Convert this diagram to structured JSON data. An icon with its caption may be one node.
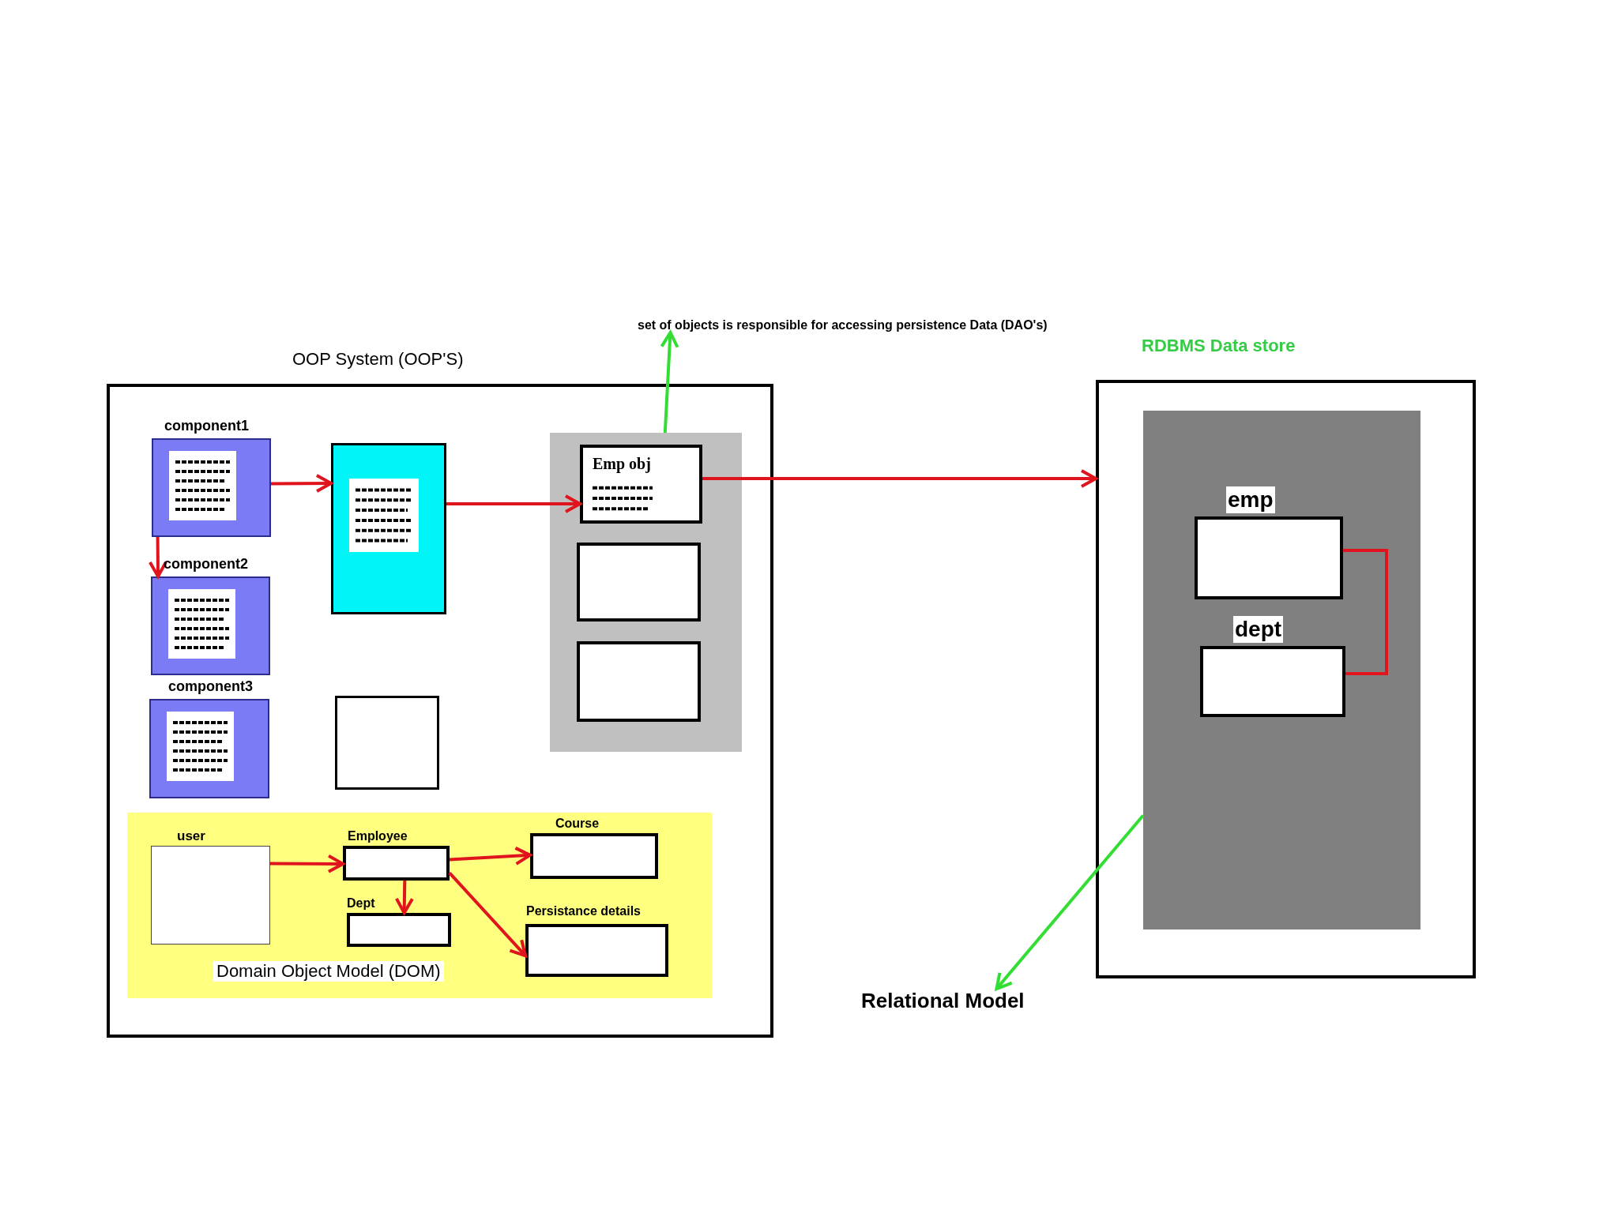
{
  "diagram": {
    "nodes": [
      {
        "text": [
          "OOP System (OOP'S)"
        ]
      },
      {
        "text": [
          "component1"
        ],
        "in": 0
      },
      {
        "text": [
          "component2"
        ],
        "in": 0
      },
      {
        "text": [
          "component3"
        ],
        "in": 0
      },
      {
        "text": [],
        "shape": "box",
        "in": 0
      },
      {
        "text": [],
        "shape": "box",
        "in": 0
      },
      {
        "text": [],
        "shape": "box",
        "in": 0
      },
      {
        "text": [
          "Emp obj"
        ],
        "in": 6
      },
      {
        "text": [],
        "shape": "box",
        "in": 6
      },
      {
        "text": [],
        "shape": "box",
        "in": 6
      },
      {
        "text": [
          "Domain Object Model (DOM)"
        ],
        "in": 0
      },
      {
        "text": [
          "user"
        ],
        "in": 10
      },
      {
        "text": [
          "Employee"
        ],
        "in": 10
      },
      {
        "text": [
          "Dept"
        ],
        "in": 10
      },
      {
        "text": [
          "Course"
        ],
        "in": 10
      },
      {
        "text": [
          "Persistance details"
        ],
        "in": 10
      },
      {
        "text": [
          "set of objects is responsible for accessing persistence Data (DAO's)"
        ]
      },
      {
        "text": [
          "RDBMS Data store"
        ]
      },
      {
        "text": [],
        "shape": "box",
        "in": 17
      },
      {
        "text": [
          "emp"
        ],
        "in": 18
      },
      {
        "text": [
          "dept"
        ],
        "in": 18
      },
      {
        "text": [
          "Relational Model"
        ]
      }
    ],
    "edges": [
      {
        "from": 1,
        "to": 4,
        "arrow": "to"
      },
      {
        "from": 1,
        "to": 2,
        "arrow": "to"
      },
      {
        "from": 4,
        "to": 7,
        "arrow": "to"
      },
      {
        "from": 6,
        "to": 16,
        "arrow": "to",
        "color": "#33dd33"
      },
      {
        "from": 7,
        "to": 17,
        "arrow": "to"
      },
      {
        "from": 11,
        "to": 12,
        "arrow": "to"
      },
      {
        "from": 12,
        "to": 14,
        "arrow": "to"
      },
      {
        "from": 12,
        "to": 13,
        "arrow": "to"
      },
      {
        "from": 12,
        "to": 15,
        "arrow": "to"
      },
      {
        "from": 19,
        "to": 20,
        "arrow": "none"
      },
      {
        "from": 18,
        "to": 21,
        "arrow": "to",
        "color": "#33dd33"
      }
    ]
  }
}
